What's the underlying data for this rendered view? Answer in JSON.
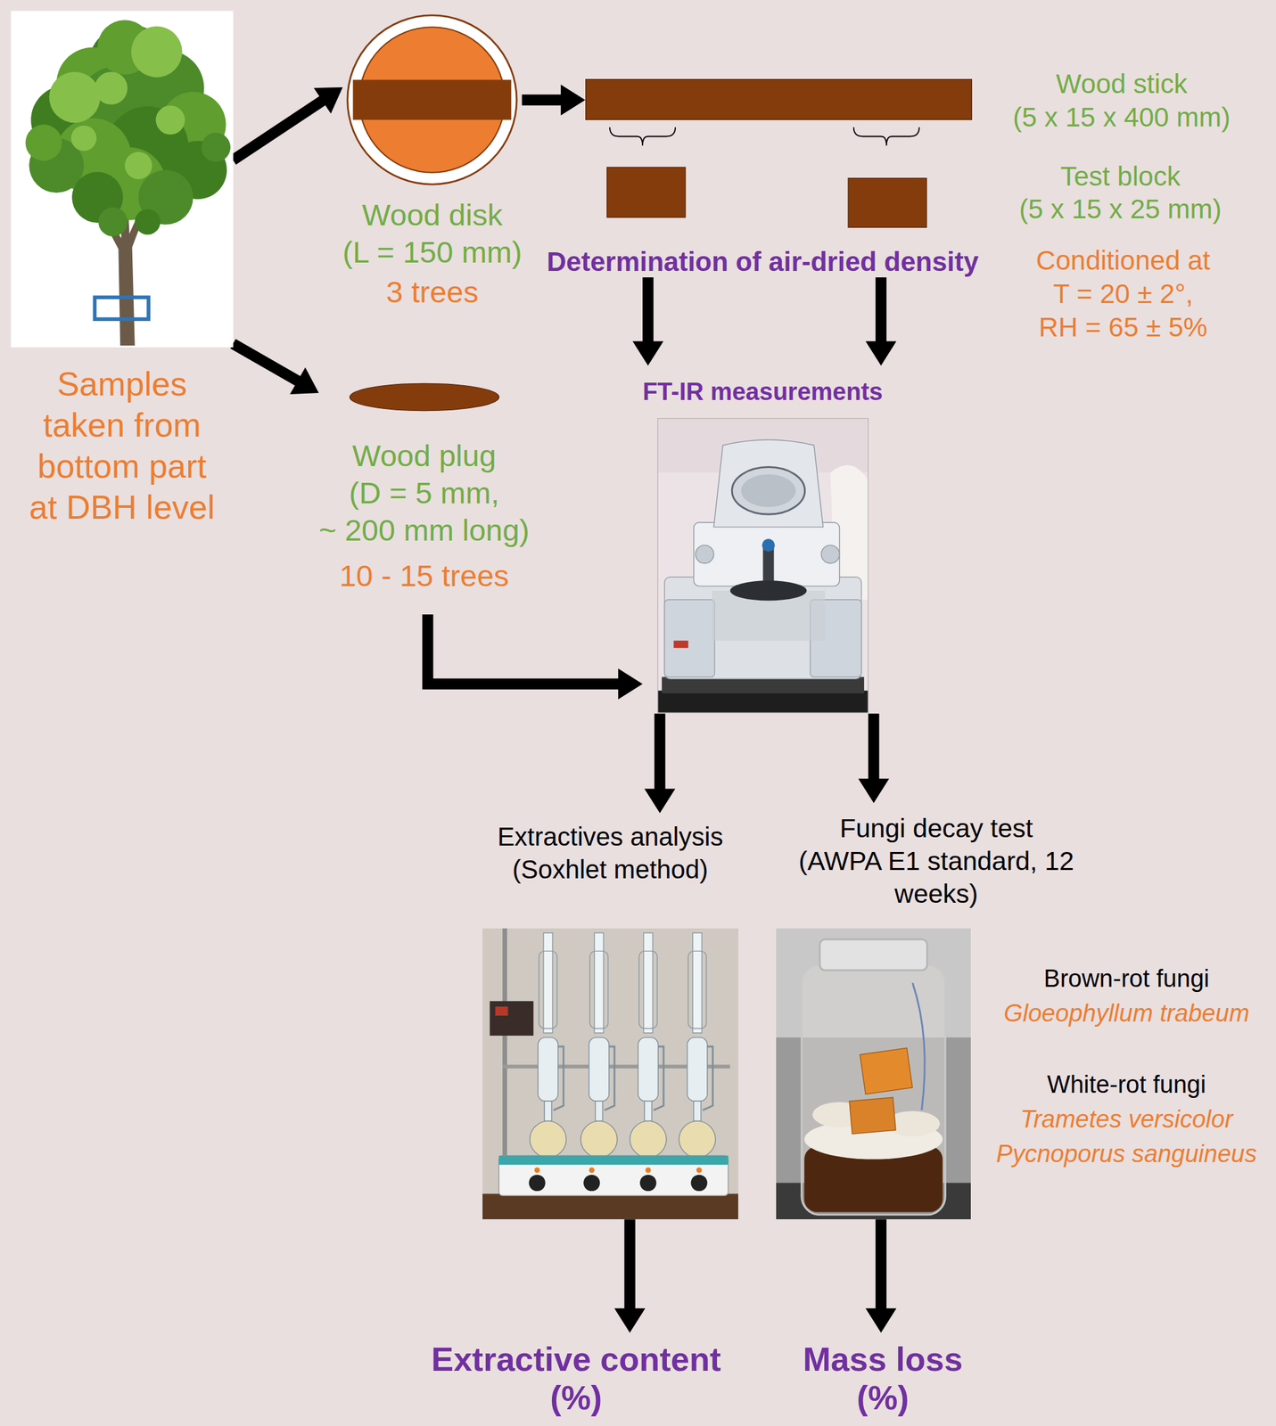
{
  "diagram": {
    "nodes": [
      {
        "text": [
          "Samples taken from bottom part at DBH level"
        ]
      },
      {
        "text": [
          "Wood disk",
          "(L = 150 mm)",
          "3 trees"
        ]
      },
      {
        "text": [
          "Wood stick",
          "(5 x 15 x 400 mm)"
        ]
      },
      {
        "text": [
          "Wood plug",
          "(D = 5 mm,",
          "~ 200 mm long)",
          "10 - 15 trees"
        ]
      },
      {
        "text": [
          "Determination of air-dried density"
        ]
      },
      {
        "text": [
          "FT-IR measurements"
        ]
      },
      {
        "text": [
          "Extractives analysis (Soxhlet method)"
        ]
      },
      {
        "text": [
          "Fungi decay test (AWPA E1 standard, 12 weeks)",
          "Brown-rot fungi",
          "Gloeophyllum trabeum",
          "White-rot fungi",
          "Trametes versicolor",
          "Pycnoporus sanguineus"
        ]
      },
      {
        "text": [
          "Extractive content (%)"
        ]
      },
      {
        "text": [
          "Mass loss (%)"
        ]
      }
    ],
    "edges": [
      {
        "from": 0,
        "to": 1,
        "arrow": "to"
      },
      {
        "from": 1,
        "to": 2,
        "arrow": "to"
      },
      {
        "from": 0,
        "to": 3,
        "arrow": "to"
      },
      {
        "from": 3,
        "to": 5,
        "arrow": "to"
      },
      {
        "from": 4,
        "to": 5,
        "arrow": "to"
      },
      {
        "from": 4,
        "to": 5,
        "arrow": "to"
      },
      {
        "from": 5,
        "to": 6,
        "arrow": "to"
      },
      {
        "from": 5,
        "to": 7,
        "arrow": "to"
      },
      {
        "from": 6,
        "to": 8,
        "arrow": "to"
      },
      {
        "from": 7,
        "to": 9,
        "arrow": "to"
      }
    ],
    "labels": [
      "Test block",
      "(5 x 15 x 25 mm)",
      "Conditioned at T = 20 ± 2°, RH = 65 ± 5%"
    ]
  }
}
